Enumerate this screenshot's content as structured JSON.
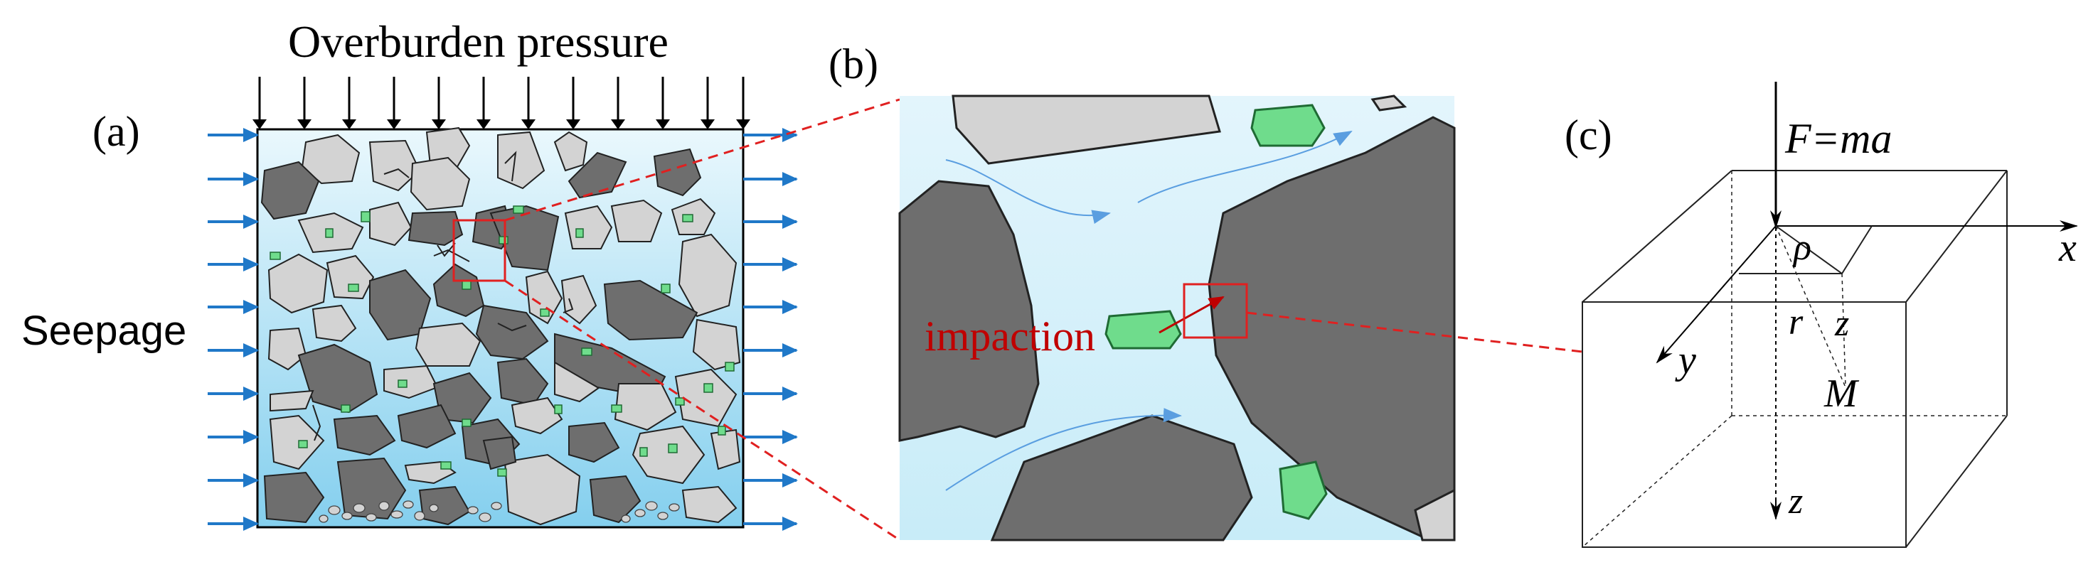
{
  "panel_a": {
    "label": "(a)",
    "top_text": "Overburden pressure",
    "side_text": "Seepage"
  },
  "panel_b": {
    "label": "(b)",
    "impaction_text": "impaction"
  },
  "panel_c": {
    "label": "(c)",
    "force_text": "F=ma",
    "x_axis": "x",
    "y_axis": "y",
    "z_axis": "z",
    "z_small": "z",
    "rho": "ρ",
    "r": "r",
    "point": "M"
  },
  "colors": {
    "dark_rock": "#6e6e6e",
    "light_rock": "#d3d3d3",
    "fines": "#6fdc8c",
    "water_top": "#e6f7fc",
    "water_bottom": "#86d0ee",
    "seepage_arrow": "#1f78c8",
    "callout": "#e02020"
  }
}
